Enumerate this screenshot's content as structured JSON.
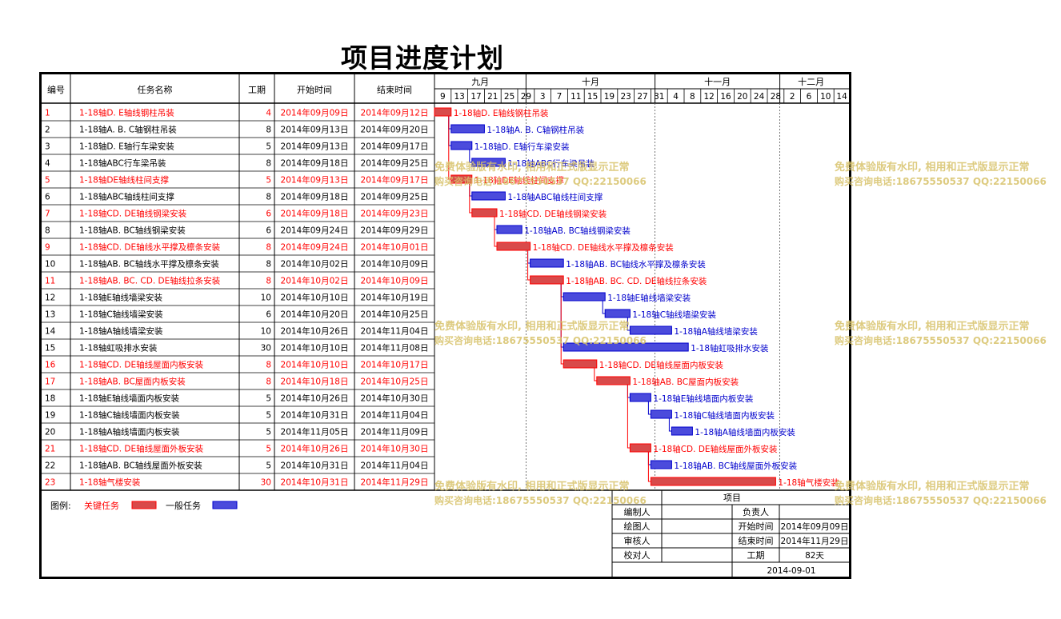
{
  "title": "项目进度计划",
  "headers": {
    "id": "编号",
    "name": "任务名称",
    "dur": "工期",
    "start": "开始时间",
    "end": "结束时间"
  },
  "months": [
    "九月",
    "十月",
    "十一月",
    "十二月"
  ],
  "day_ticks": [
    "9",
    "13",
    "17",
    "21",
    "25",
    "29",
    "3",
    "7",
    "11",
    "15",
    "19",
    "23",
    "27",
    "31",
    "4",
    "8",
    "12",
    "16",
    "20",
    "24",
    "28",
    "2",
    "6",
    "10",
    "14"
  ],
  "colors": {
    "critical": "#ff0000",
    "normal": "#0000cc",
    "critical_bar": "#d94a4a",
    "normal_bar": "#4b4bdc",
    "watermark": "#d8c26a"
  },
  "tasks": [
    {
      "id": "1",
      "name": "1-18轴D. E轴线钢柱吊装",
      "dur": "4",
      "start": "2014年09月09日",
      "end": "2014年09月12日",
      "critical": true,
      "s": 0,
      "e": 4
    },
    {
      "id": "2",
      "name": "1-18轴A. B. C轴钢柱吊装",
      "dur": "8",
      "start": "2014年09月13日",
      "end": "2014年09月20日",
      "critical": false,
      "s": 4,
      "e": 12
    },
    {
      "id": "3",
      "name": "1-18轴D. E轴行车梁安装",
      "dur": "5",
      "start": "2014年09月13日",
      "end": "2014年09月17日",
      "critical": false,
      "s": 4,
      "e": 9
    },
    {
      "id": "4",
      "name": "1-18轴ABC行车梁吊装",
      "dur": "8",
      "start": "2014年09月18日",
      "end": "2014年09月25日",
      "critical": false,
      "s": 9,
      "e": 17
    },
    {
      "id": "5",
      "name": "1-18轴DE轴线柱间支撑",
      "dur": "5",
      "start": "2014年09月13日",
      "end": "2014年09月17日",
      "critical": true,
      "s": 4,
      "e": 9
    },
    {
      "id": "6",
      "name": "1-18轴ABC轴线柱间支撑",
      "dur": "8",
      "start": "2014年09月18日",
      "end": "2014年09月25日",
      "critical": false,
      "s": 9,
      "e": 17
    },
    {
      "id": "7",
      "name": "1-18轴CD. DE轴线钢梁安装",
      "dur": "6",
      "start": "2014年09月18日",
      "end": "2014年09月23日",
      "critical": true,
      "s": 9,
      "e": 15
    },
    {
      "id": "8",
      "name": "1-18轴AB. BC轴线钢梁安装",
      "dur": "6",
      "start": "2014年09月24日",
      "end": "2014年09月29日",
      "critical": false,
      "s": 15,
      "e": 21
    },
    {
      "id": "9",
      "name": "1-18轴CD. DE轴线水平撑及檩条安装",
      "dur": "8",
      "start": "2014年09月24日",
      "end": "2014年10月01日",
      "critical": true,
      "s": 15,
      "e": 23
    },
    {
      "id": "10",
      "name": "1-18轴AB. BC轴线水平撑及檩条安装",
      "dur": "8",
      "start": "2014年10月02日",
      "end": "2014年10月09日",
      "critical": false,
      "s": 23,
      "e": 31
    },
    {
      "id": "11",
      "name": "1-18轴AB. BC. CD. DE轴线拉条安装",
      "dur": "8",
      "start": "2014年10月02日",
      "end": "2014年10月09日",
      "critical": true,
      "s": 23,
      "e": 31
    },
    {
      "id": "12",
      "name": "1-18轴E轴线墙梁安装",
      "dur": "10",
      "start": "2014年10月10日",
      "end": "2014年10月19日",
      "critical": false,
      "s": 31,
      "e": 41
    },
    {
      "id": "13",
      "name": "1-18轴C轴线墙梁安装",
      "dur": "6",
      "start": "2014年10月20日",
      "end": "2014年10月25日",
      "critical": false,
      "s": 41,
      "e": 47
    },
    {
      "id": "14",
      "name": "1-18轴A轴线墙梁安装",
      "dur": "10",
      "start": "2014年10月26日",
      "end": "2014年11月04日",
      "critical": false,
      "s": 47,
      "e": 57
    },
    {
      "id": "15",
      "name": "1-18轴虹吸排水安装",
      "dur": "30",
      "start": "2014年10月10日",
      "end": "2014年11月08日",
      "critical": false,
      "s": 31,
      "e": 61
    },
    {
      "id": "16",
      "name": "1-18轴CD. DE轴线屋面内板安装",
      "dur": "8",
      "start": "2014年10月10日",
      "end": "2014年10月17日",
      "critical": true,
      "s": 31,
      "e": 39
    },
    {
      "id": "17",
      "name": "1-18轴AB. BC屋面内板安装",
      "dur": "8",
      "start": "2014年10月18日",
      "end": "2014年10月25日",
      "critical": true,
      "s": 39,
      "e": 47
    },
    {
      "id": "18",
      "name": "1-18轴E轴线墙面内板安装",
      "dur": "5",
      "start": "2014年10月26日",
      "end": "2014年10月30日",
      "critical": false,
      "s": 47,
      "e": 52
    },
    {
      "id": "19",
      "name": "1-18轴C轴线墙面内板安装",
      "dur": "5",
      "start": "2014年10月31日",
      "end": "2014年11月04日",
      "critical": false,
      "s": 52,
      "e": 57
    },
    {
      "id": "20",
      "name": "1-18轴A轴线墙面内板安装",
      "dur": "5",
      "start": "2014年11月05日",
      "end": "2014年11月09日",
      "critical": false,
      "s": 57,
      "e": 62
    },
    {
      "id": "21",
      "name": "1-18轴CD. DE轴线屋面外板安装",
      "dur": "5",
      "start": "2014年10月26日",
      "end": "2014年10月30日",
      "critical": true,
      "s": 47,
      "e": 52
    },
    {
      "id": "22",
      "name": "1-18轴AB. BC轴线屋面外板安装",
      "dur": "5",
      "start": "2014年10月31日",
      "end": "2014年11月04日",
      "critical": false,
      "s": 52,
      "e": 57
    },
    {
      "id": "23",
      "name": "1-18轴气楼安装",
      "dur": "30",
      "start": "2014年10月31日",
      "end": "2014年11月29日",
      "critical": true,
      "s": 52,
      "e": 82
    }
  ],
  "links": [
    [
      1,
      2
    ],
    [
      1,
      3
    ],
    [
      1,
      5
    ],
    [
      3,
      4
    ],
    [
      5,
      6
    ],
    [
      5,
      7
    ],
    [
      7,
      8
    ],
    [
      7,
      9
    ],
    [
      9,
      10
    ],
    [
      9,
      11
    ],
    [
      11,
      12
    ],
    [
      12,
      13
    ],
    [
      13,
      14
    ],
    [
      11,
      15
    ],
    [
      11,
      16
    ],
    [
      16,
      17
    ],
    [
      17,
      18
    ],
    [
      18,
      19
    ],
    [
      19,
      20
    ],
    [
      17,
      21
    ],
    [
      21,
      22
    ],
    [
      21,
      23
    ]
  ],
  "legend": {
    "label": "图例:",
    "critical": "关键任务",
    "normal": "一般任务"
  },
  "info": {
    "project_label": "项目",
    "rows": [
      [
        "编制人",
        "",
        "负责人",
        ""
      ],
      [
        "绘图人",
        "",
        "开始时间",
        "2014年09月09日"
      ],
      [
        "审核人",
        "",
        "结束时间",
        "2014年11月29日"
      ],
      [
        "校对人",
        "",
        "工期",
        "82天"
      ]
    ],
    "date": "2014-09-01"
  },
  "watermark": {
    "line1": "免费体验版有水印, 相用和正式版显示正常",
    "line2": "购买咨询电话:18675550537 QQ:22150066"
  }
}
